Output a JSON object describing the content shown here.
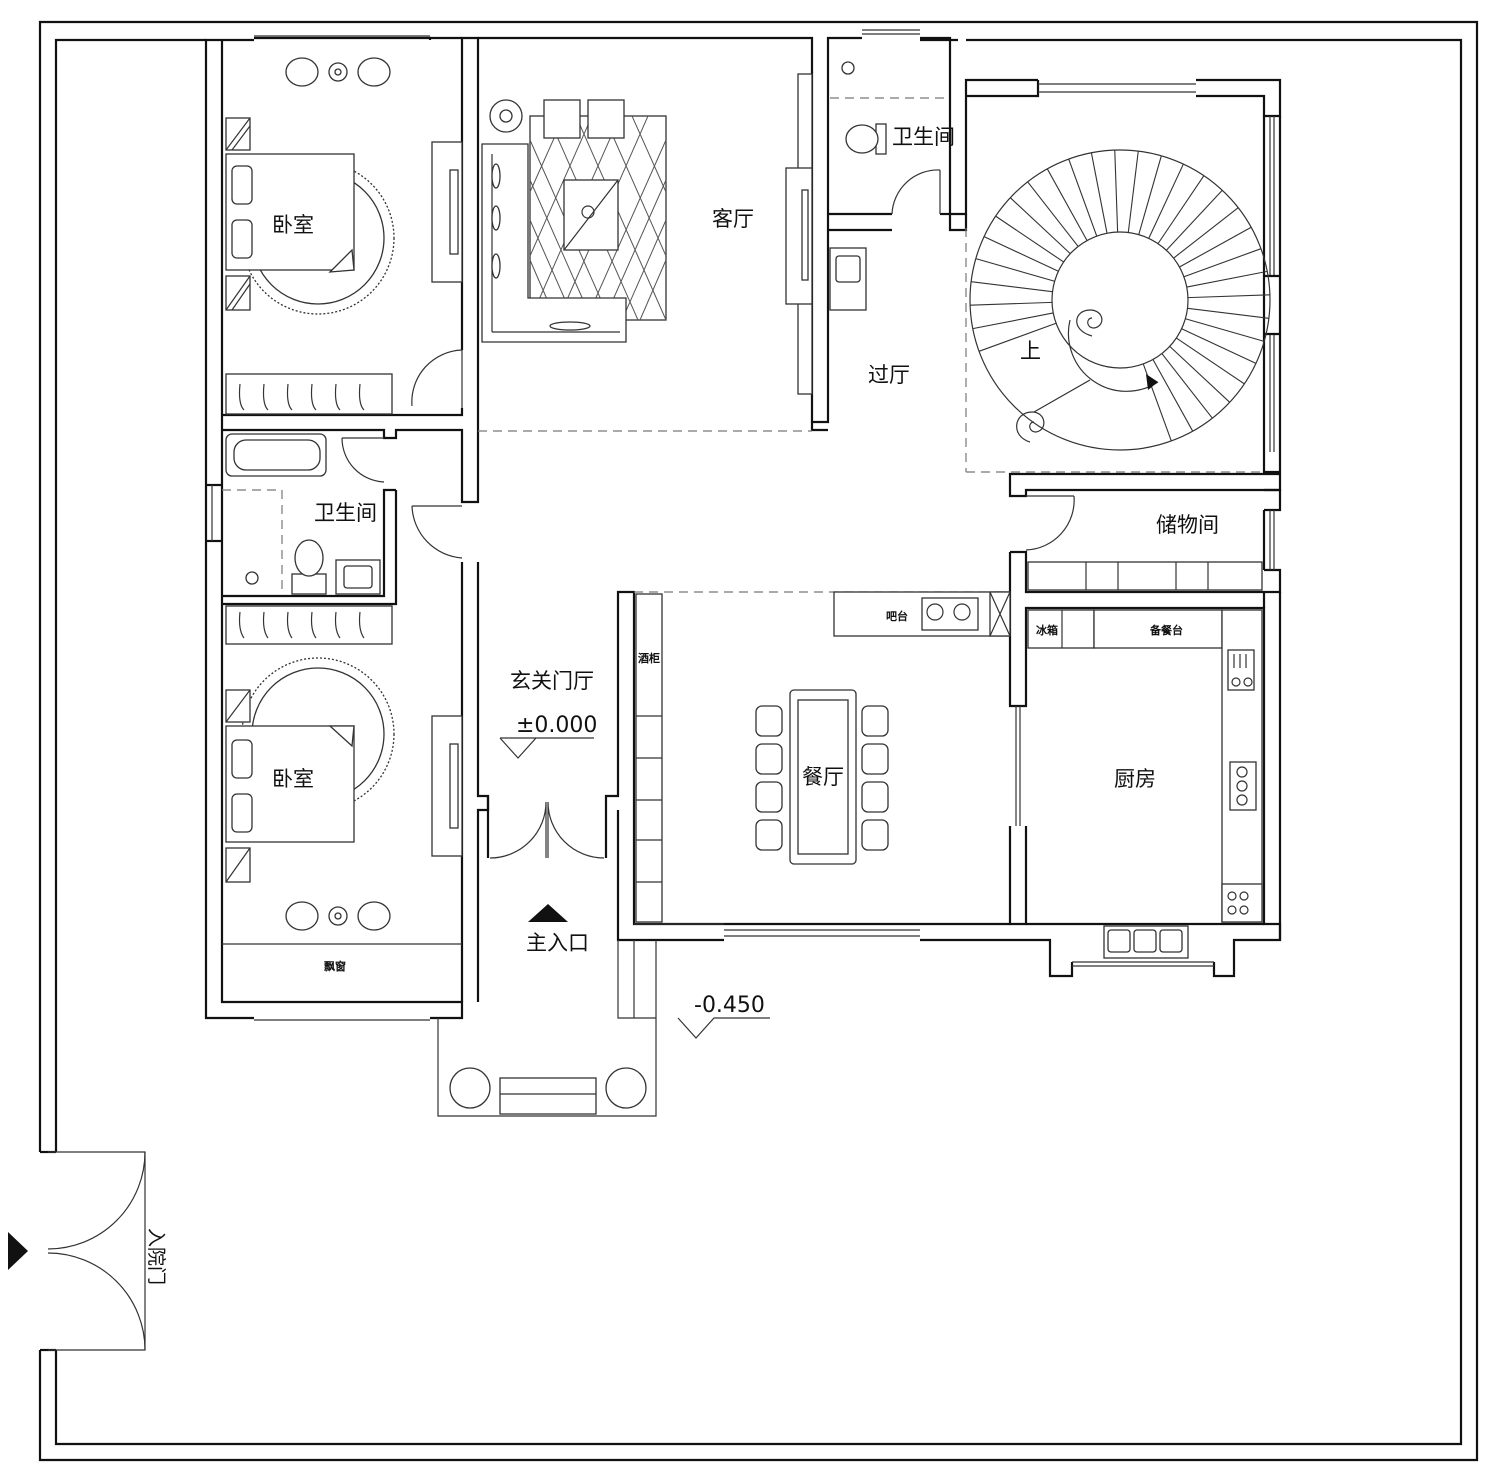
{
  "rooms": {
    "bedroom_top": "卧室",
    "bedroom_bottom": "卧室",
    "living_room": "客厅",
    "bathroom_top": "卫生间",
    "bathroom_left": "卫生间",
    "hallway": "过厅",
    "storage": "储物间",
    "foyer": "玄关门厅",
    "dining": "餐厅",
    "kitchen": "厨房"
  },
  "fixtures": {
    "bar": "吧台",
    "wine_cabinet": "酒柜",
    "fridge": "冰箱",
    "prep_counter": "备餐台",
    "bay_window": "飘窗"
  },
  "markers": {
    "stair_up": "上",
    "main_entrance": "主入口",
    "yard_gate": "入院门"
  },
  "elevations": {
    "floor": "±0.000",
    "exterior": "-0.450"
  }
}
